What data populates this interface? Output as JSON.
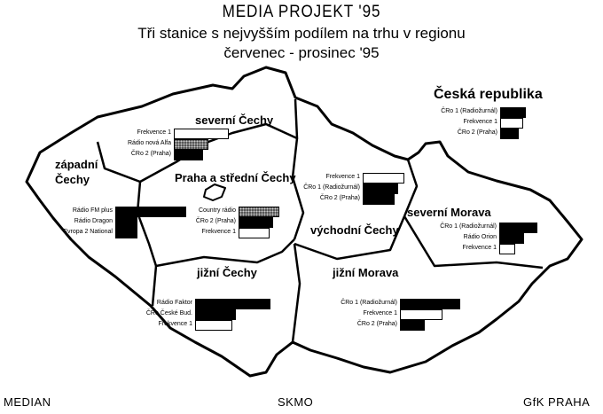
{
  "header": {
    "title": "MEDIA PROJEKT '95",
    "subtitle_line1": "Tři stanice s nejvyšším podílem na trhu v regionu",
    "subtitle_line2": "červenec - prosinec '95"
  },
  "footer": {
    "left": "MEDIAN",
    "center": "SKMO",
    "right": "GfK PRAHA"
  },
  "chart_data": [
    {
      "type": "bar",
      "region": "Česká republika",
      "labels": [
        "ČRo 1 (Radiožurnál)",
        "Frekvence 1",
        "ČRo 2 (Praha)"
      ],
      "values": [
        29,
        26,
        21
      ],
      "fills": [
        "black",
        "white",
        "black"
      ]
    },
    {
      "type": "bar",
      "region": "severní Čechy",
      "labels": [
        "Frekvence 1",
        "Rádio nová Alfa",
        "ČRo 2 (Praha)"
      ],
      "values": [
        62,
        39,
        33
      ],
      "fills": [
        "white",
        "dotted",
        "black"
      ]
    },
    {
      "type": "bar",
      "region": "západní Čechy",
      "labels": [
        "Rádio FM plus",
        "Rádio Dragon",
        "Evropa 2 National"
      ],
      "values": [
        80,
        25,
        25
      ],
      "fills": [
        "black",
        "black",
        "black"
      ]
    },
    {
      "type": "bar",
      "region": "Praha a střední Čechy",
      "labels": [
        "Country rádio",
        "ČRo 2 (Praha)",
        "Frekvence 1"
      ],
      "values": [
        46,
        39,
        35
      ],
      "fills": [
        "dotted",
        "black",
        "white"
      ]
    },
    {
      "type": "bar",
      "region": "východní Čechy",
      "labels": [
        "Frekvence 1",
        "ČRo 1 (Radiožurnál)",
        "ČRo 2 (Praha)"
      ],
      "values": [
        47,
        40,
        36
      ],
      "fills": [
        "white",
        "black",
        "black"
      ]
    },
    {
      "type": "bar",
      "region": "severní Morava",
      "labels": [
        "ČRo 1 (Radiožurnál)",
        "Rádio Orion",
        "Frekvence 1"
      ],
      "values": [
        43,
        28,
        18
      ],
      "fills": [
        "black",
        "black",
        "white"
      ]
    },
    {
      "type": "bar",
      "region": "jižní Čechy",
      "labels": [
        "Rádio Faktor",
        "ČRo České Bud.",
        "Frekvence 1"
      ],
      "values": [
        85,
        46,
        42
      ],
      "fills": [
        "black",
        "black",
        "white"
      ]
    },
    {
      "type": "bar",
      "region": "jižní Morava",
      "labels": [
        "ČRo 1 (Radiožurnál)",
        "Frekvence 1",
        "ČRo 2 (Praha)"
      ],
      "values": [
        68,
        48,
        28
      ],
      "fills": [
        "black",
        "white",
        "black"
      ]
    }
  ]
}
